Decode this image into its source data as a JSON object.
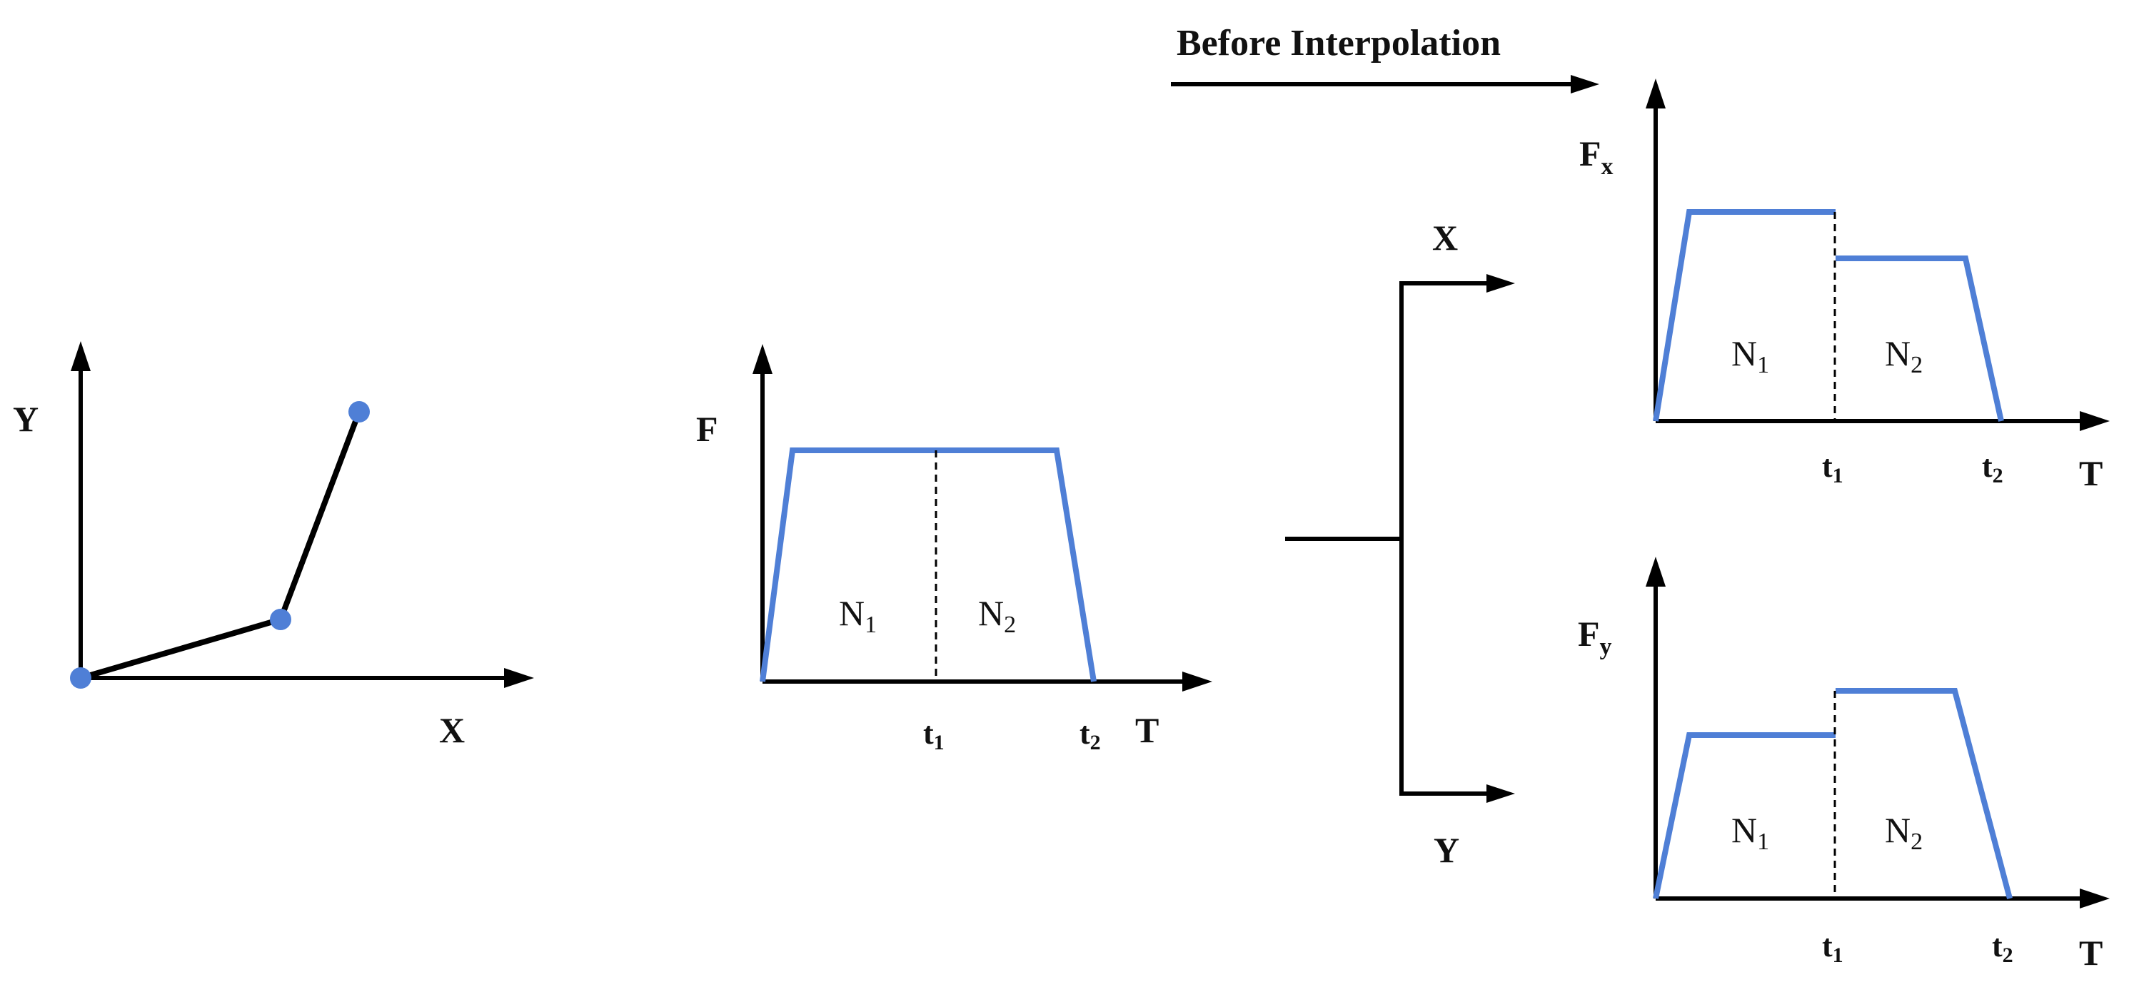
{
  "colors": {
    "profile": "#4f7fd6",
    "point": "#4f7fd6",
    "axis": "#000000"
  },
  "path_plot": {
    "y_axis_label": "Y",
    "x_axis_label": "X"
  },
  "combined_profile": {
    "f_label": "F",
    "t_label": "T",
    "t1_main": "t",
    "t1_sub": "1",
    "t2_main": "t",
    "t2_sub": "2",
    "n1_main": "N",
    "n1_sub": "1",
    "n2_main": "N",
    "n2_sub": "2"
  },
  "split": {
    "x_label": "X",
    "y_label": "Y"
  },
  "header": {
    "caption": "Before Interpolation"
  },
  "fx_profile": {
    "f_main": "F",
    "f_sub": "x",
    "t_label": "T",
    "t1_main": "t",
    "t1_sub": "1",
    "t2_main": "t",
    "t2_sub": "2",
    "n1_main": "N",
    "n1_sub": "1",
    "n2_main": "N",
    "n2_sub": "2"
  },
  "fy_profile": {
    "f_main": "F",
    "f_sub": "y",
    "t_label": "T",
    "t1_main": "t",
    "t1_sub": "1",
    "t2_main": "t",
    "t2_sub": "2",
    "n1_main": "N",
    "n1_sub": "1",
    "n2_main": "N",
    "n2_sub": "2"
  }
}
